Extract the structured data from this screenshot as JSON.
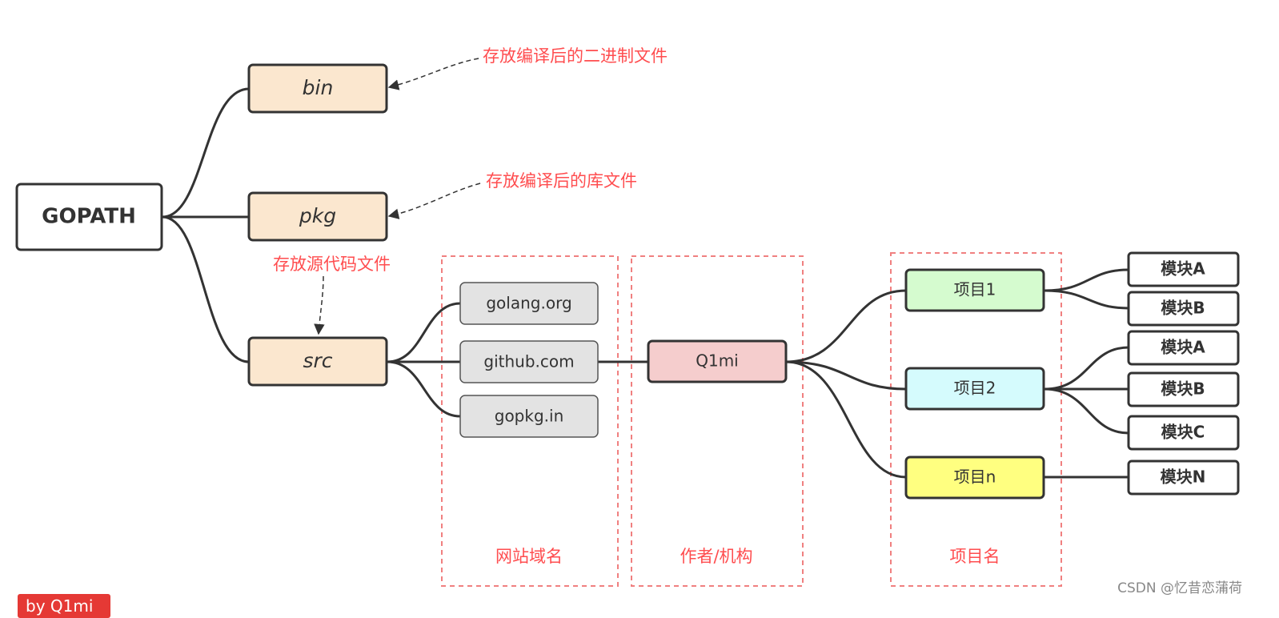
{
  "nodes": {
    "root": "GOPATH",
    "bin": "bin",
    "pkg": "pkg",
    "src": "src",
    "sites": [
      "golang.org",
      "github.com",
      "gopkg.in"
    ],
    "author": "Q1mi",
    "projects": [
      "项目1",
      "项目2",
      "项目n"
    ],
    "modules": [
      "模块A",
      "模块B",
      "模块A",
      "模块B",
      "模块C",
      "模块N"
    ]
  },
  "notes": {
    "bin": "存放编译后的二进制文件",
    "pkg": "存放编译后的库文件",
    "src": "存放源代码文件"
  },
  "groups": {
    "sites": "网站域名",
    "author": "作者/机构",
    "projects": "项目名"
  },
  "colors": {
    "dir_fill": "#fbe7cf",
    "site_fill": "#e3e3e3",
    "author_fill": "#f5cdcd",
    "project1_fill": "#d5fbcf",
    "project2_fill": "#d5fbfd",
    "projectn_fill": "#ffff80",
    "annotation": "#ff4d4f"
  },
  "watermark": "CSDN @忆昔恋蒲荷",
  "badge": "by Q1mi"
}
